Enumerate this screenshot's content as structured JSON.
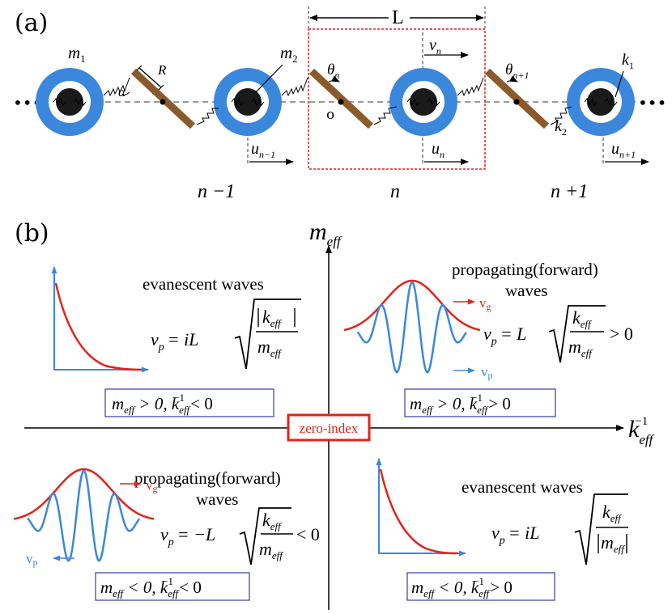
{
  "colors": {
    "ring": "#3b87dc",
    "rod": "#8b5a2b",
    "red": "#e2231a",
    "blue": "#3b87dc",
    "box_border": "#3a3aa8",
    "dash_red": "#e2231a",
    "dash_grey": "#999999"
  },
  "panel_a": {
    "label": "(a)",
    "length_label": "L",
    "m1": "m",
    "m1_sub": "1",
    "m2": "m",
    "m2_sub": "2",
    "alpha": "α",
    "R": "R",
    "theta_n": "θ",
    "theta_n_sub": "n",
    "theta_n1": "θ",
    "theta_n1_sub": "n+1",
    "v_n": "v",
    "v_n_sub": "n",
    "k1": "k",
    "k1_sub": "1",
    "k2": "k",
    "k2_sub": "2",
    "o": "o",
    "u_nm1": "u",
    "u_nm1_sub": "n−1",
    "u_n": "u",
    "u_n_sub": "n",
    "u_np1": "u",
    "u_np1_sub": "n+1",
    "cell_nm1": "n −1",
    "cell_n": "n",
    "cell_np1": "n +1",
    "dots": "•••"
  },
  "panel_b": {
    "label": "(b)",
    "y_axis": "m",
    "y_axis_sub": "eff",
    "x_axis": "k",
    "x_axis_sub": "eff",
    "x_axis_sup": "−1",
    "zero_index": "zero-index",
    "q2": {
      "title": "evanescent waves",
      "formula_lhs": "v",
      "formula_sub": "p",
      "formula_eq": "= iL",
      "num": "k",
      "num_sub": "eff",
      "den": "m",
      "den_sub": "eff",
      "cond": "m",
      "cond_a": " > 0, k",
      "cond_b": " < 0"
    },
    "q1": {
      "title1": "propagating(forward)",
      "title2": "waves",
      "vg": "v",
      "vg_sub": "g",
      "vp": "v",
      "vp_sub": "p",
      "formula_lhs": "v",
      "formula_sub": "p",
      "formula_eq": "= L",
      "num": "k",
      "num_sub": "eff",
      "den": "m",
      "den_sub": "eff",
      "formula_tail": "> 0",
      "cond": "m",
      "cond_a": " > 0, k",
      "cond_b": " > 0"
    },
    "q3": {
      "title1": "propagating(forward)",
      "title2": "waves",
      "vg": "v",
      "vg_sub": "g",
      "vp": "v",
      "vp_sub": "p",
      "formula_lhs": "v",
      "formula_sub": "p",
      "formula_eq": "= −L",
      "num": "k",
      "num_sub": "eff",
      "den": "m",
      "den_sub": "eff",
      "formula_tail": "< 0",
      "cond": "m",
      "cond_a": " < 0, k",
      "cond_b": " < 0"
    },
    "q4": {
      "title": "evanescent waves",
      "formula_lhs": "v",
      "formula_sub": "p",
      "formula_eq": "= iL",
      "num": "k",
      "num_sub": "eff",
      "den": "m",
      "den_sub": "eff",
      "cond": "m",
      "cond_a": " < 0, k",
      "cond_b": " > 0"
    },
    "sub_eff": "eff",
    "sup_m1": "−1"
  }
}
